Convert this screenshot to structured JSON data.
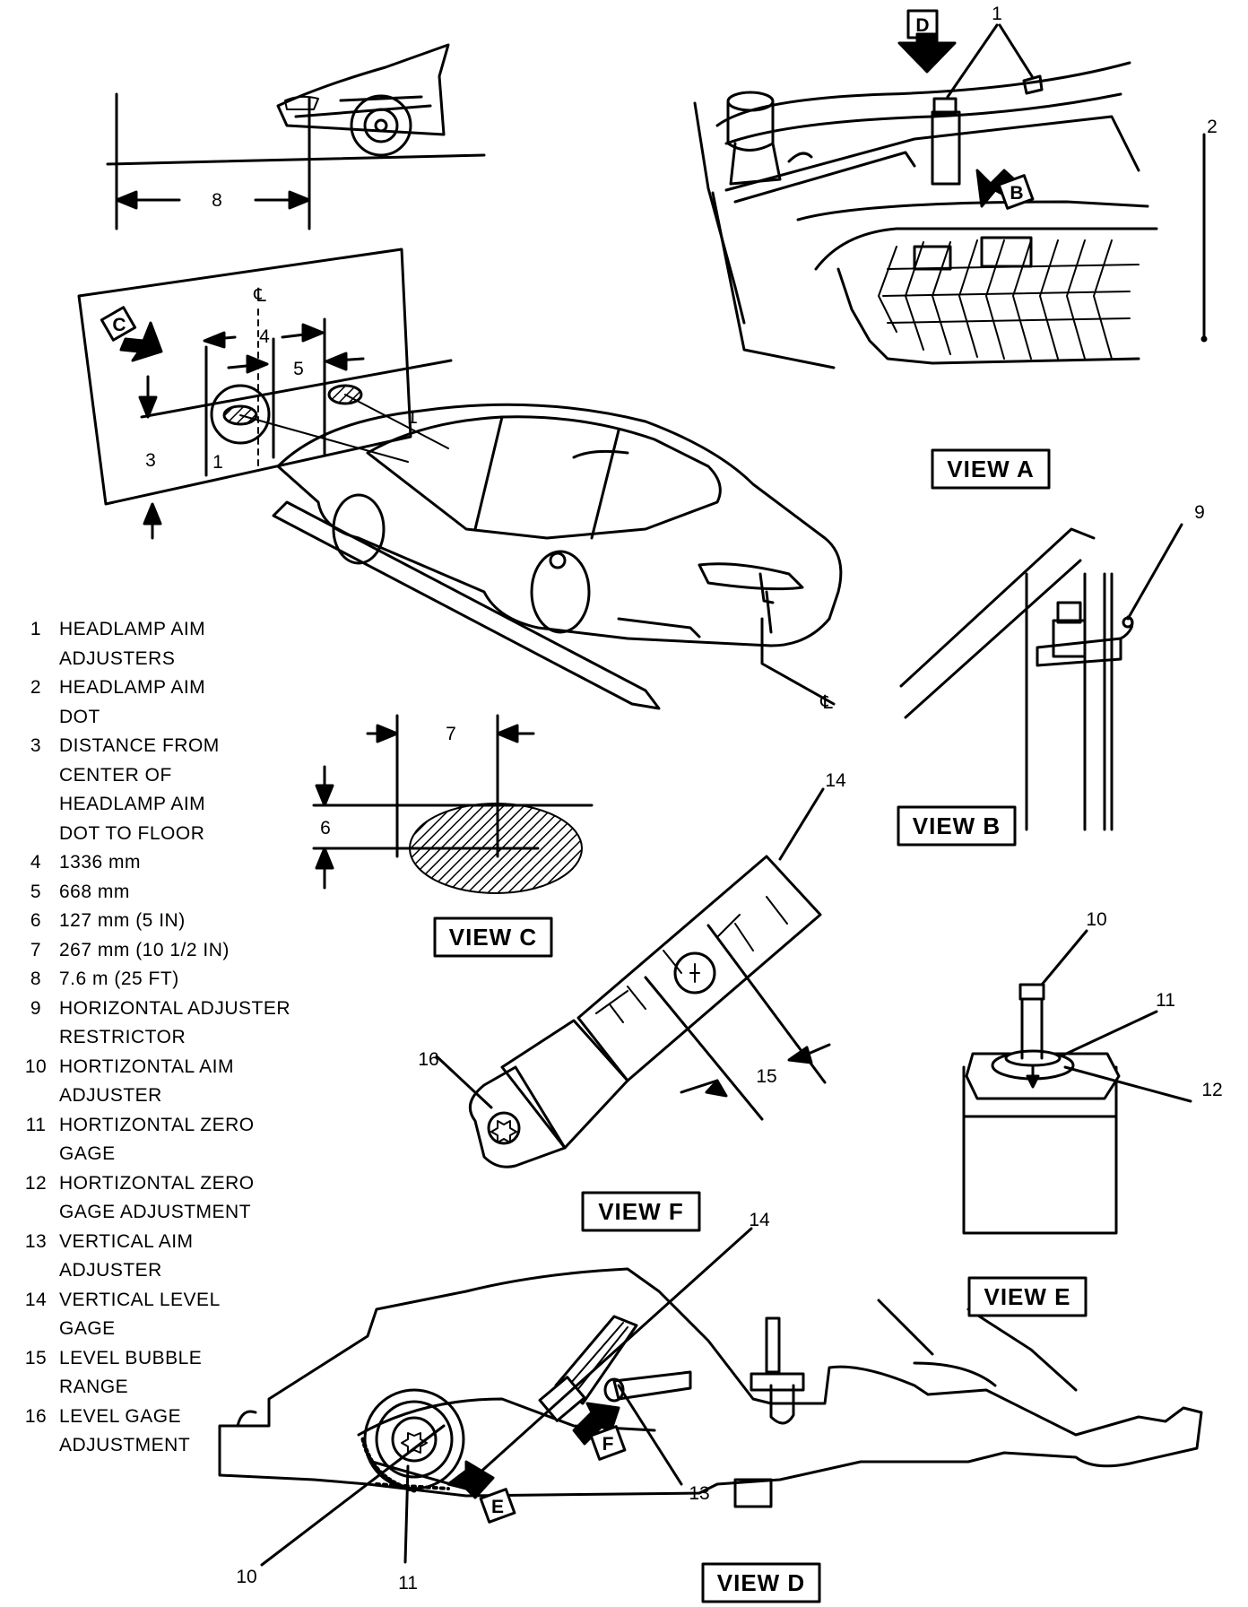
{
  "views": {
    "a": "VIEW A",
    "b": "VIEW B",
    "c": "VIEW C",
    "d": "VIEW D",
    "e": "VIEW E",
    "f": "VIEW F"
  },
  "arrow_letters": {
    "b": "B",
    "c": "C",
    "d": "D",
    "e": "E",
    "f": "F"
  },
  "callouts": {
    "n1": "1",
    "n2": "2",
    "n3": "3",
    "n4": "4",
    "n5": "5",
    "n6": "6",
    "n7": "7",
    "n8": "8",
    "n9": "9",
    "n10": "10",
    "n11": "11",
    "n12": "12",
    "n13": "13",
    "n14": "14",
    "n15": "15",
    "n16": "16",
    "centerline": "℄"
  },
  "legend": [
    {
      "num": "1",
      "text": "HEADLAMP AIM\nADJUSTERS"
    },
    {
      "num": "2",
      "text": "HEADLAMP AIM\nDOT"
    },
    {
      "num": "3",
      "text": "DISTANCE FROM\nCENTER OF\nHEADLAMP AIM\nDOT TO FLOOR"
    },
    {
      "num": "4",
      "text": "1336 mm"
    },
    {
      "num": "5",
      "text": "668 mm"
    },
    {
      "num": "6",
      "text": "127 mm (5 IN)"
    },
    {
      "num": "7",
      "text": "267 mm (10 1/2 IN)"
    },
    {
      "num": "8",
      "text": "7.6 m (25 FT)"
    },
    {
      "num": "9",
      "text": "HORIZONTAL ADJUSTER\nRESTRICTOR"
    },
    {
      "num": "10",
      "text": "HORTIZONTAL AIM\nADJUSTER"
    },
    {
      "num": "11",
      "text": "HORTIZONTAL ZERO\nGAGE"
    },
    {
      "num": "12",
      "text": "HORTIZONTAL ZERO\nGAGE ADJUSTMENT"
    },
    {
      "num": "13",
      "text": "VERTICAL AIM\nADJUSTER"
    },
    {
      "num": "14",
      "text": "VERTICAL LEVEL\nGAGE"
    },
    {
      "num": "15",
      "text": "LEVEL BUBBLE\nRANGE"
    },
    {
      "num": "16",
      "text": "LEVEL GAGE\nADJUSTMENT"
    }
  ]
}
